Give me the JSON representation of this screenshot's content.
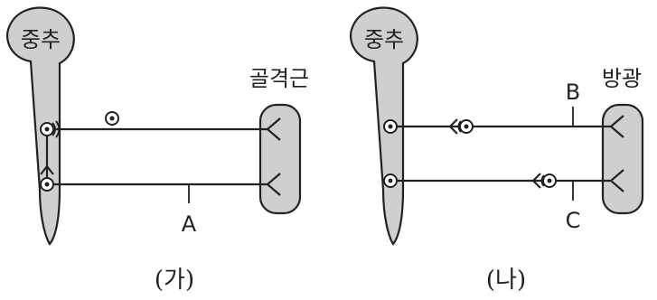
{
  "panel_ga": {
    "cns_label": "중추",
    "effector_label": "골격근",
    "neuron_label_a": "A",
    "caption": "(가)"
  },
  "panel_na": {
    "cns_label": "중추",
    "effector_label": "방광",
    "neuron_label_b": "B",
    "neuron_label_c": "C",
    "caption": "(나)"
  }
}
